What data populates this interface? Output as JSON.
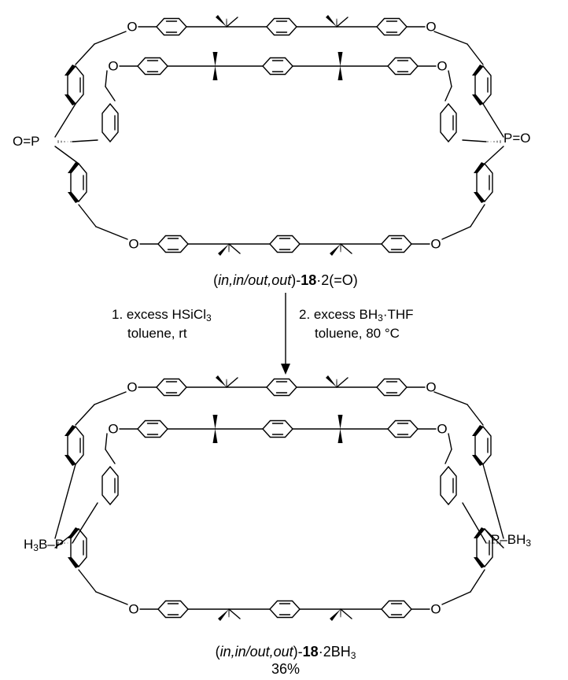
{
  "top_structure": {
    "caption": {
      "stereo": "in,in",
      "slash": "/",
      "stereo2": "out,out",
      "close_paren": ")-",
      "compound": "18",
      "suffix": "·2(=O)"
    },
    "p_label_left": "P",
    "p_label_right": "P",
    "oxo_left": "O=",
    "oxo_right": "=O",
    "ether_o": "O"
  },
  "reaction": {
    "step1_line1_prefix": "1. excess HSiCl",
    "step1_line1_sub": "3",
    "step1_line2": "toluene, rt",
    "step2_line1_prefix": "2. excess BH",
    "step2_line1_sub": "3",
    "step2_line1_suffix": "·THF",
    "step2_line2": "toluene, 80 °C"
  },
  "bottom_structure": {
    "caption": {
      "stereo": "in,in",
      "slash": "/",
      "stereo2": "out,out",
      "close_paren": ")-",
      "compound": "18",
      "suffix_prefix": "·2BH",
      "suffix_sub": "3"
    },
    "yield": "36%",
    "p_label_left": "P",
    "p_label_right": "P",
    "borane_left_h": "H",
    "borane_left_sub": "3",
    "borane_left_b": "B–",
    "borane_right_prefix": "–BH",
    "borane_right_sub": "3",
    "ether_o": "O"
  }
}
